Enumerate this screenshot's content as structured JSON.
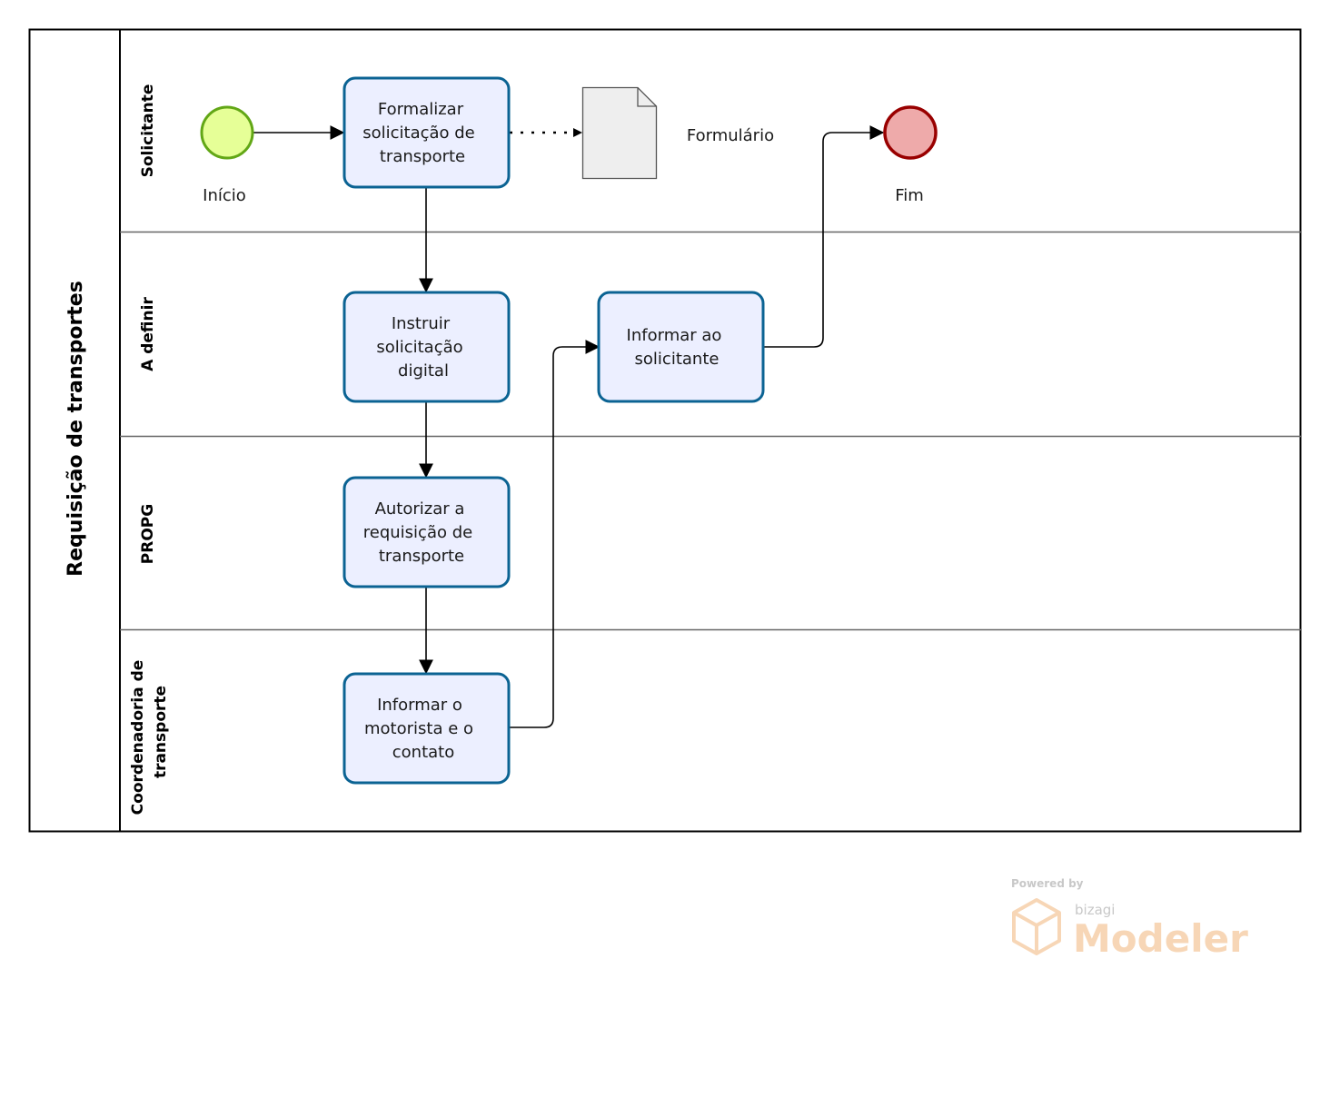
{
  "pool": {
    "name": "Requisição de transportes"
  },
  "lanes": [
    {
      "id": "solicitante",
      "lines": [
        "Solicitante"
      ]
    },
    {
      "id": "a-definir",
      "lines": [
        "A definir"
      ]
    },
    {
      "id": "propg",
      "lines": [
        "PROPG"
      ]
    },
    {
      "id": "coordenadoria",
      "lines": [
        "Coordenadoria de",
        "transporte"
      ]
    }
  ],
  "events": {
    "start": {
      "label": "Início",
      "fill": "#e6ff97",
      "stroke": "#62a716"
    },
    "end": {
      "label": "Fim",
      "fill": "#eeaaaa",
      "stroke": "#990000"
    }
  },
  "tasks": [
    {
      "id": "formalizar",
      "lines": [
        "Formalizar",
        "solicitação de",
        "transporte"
      ]
    },
    {
      "id": "instruir",
      "lines": [
        "Instruir",
        "solicitação",
        "digital"
      ]
    },
    {
      "id": "autorizar",
      "lines": [
        "Autorizar a",
        "requisição de",
        "transporte"
      ]
    },
    {
      "id": "informar-motorista",
      "lines": [
        "Informar o",
        "motorista e o",
        "contato"
      ]
    },
    {
      "id": "informar-solicitante",
      "lines": [
        "Informar ao",
        "solicitante"
      ]
    }
  ],
  "artifact": {
    "label": "Formulário"
  },
  "colors": {
    "task_fill": "#ecefff",
    "task_stroke": "#0b6393",
    "lane_border": "#666666"
  },
  "watermark": {
    "powered": "Powered by",
    "brand": "bizagi",
    "product": "Modeler"
  }
}
